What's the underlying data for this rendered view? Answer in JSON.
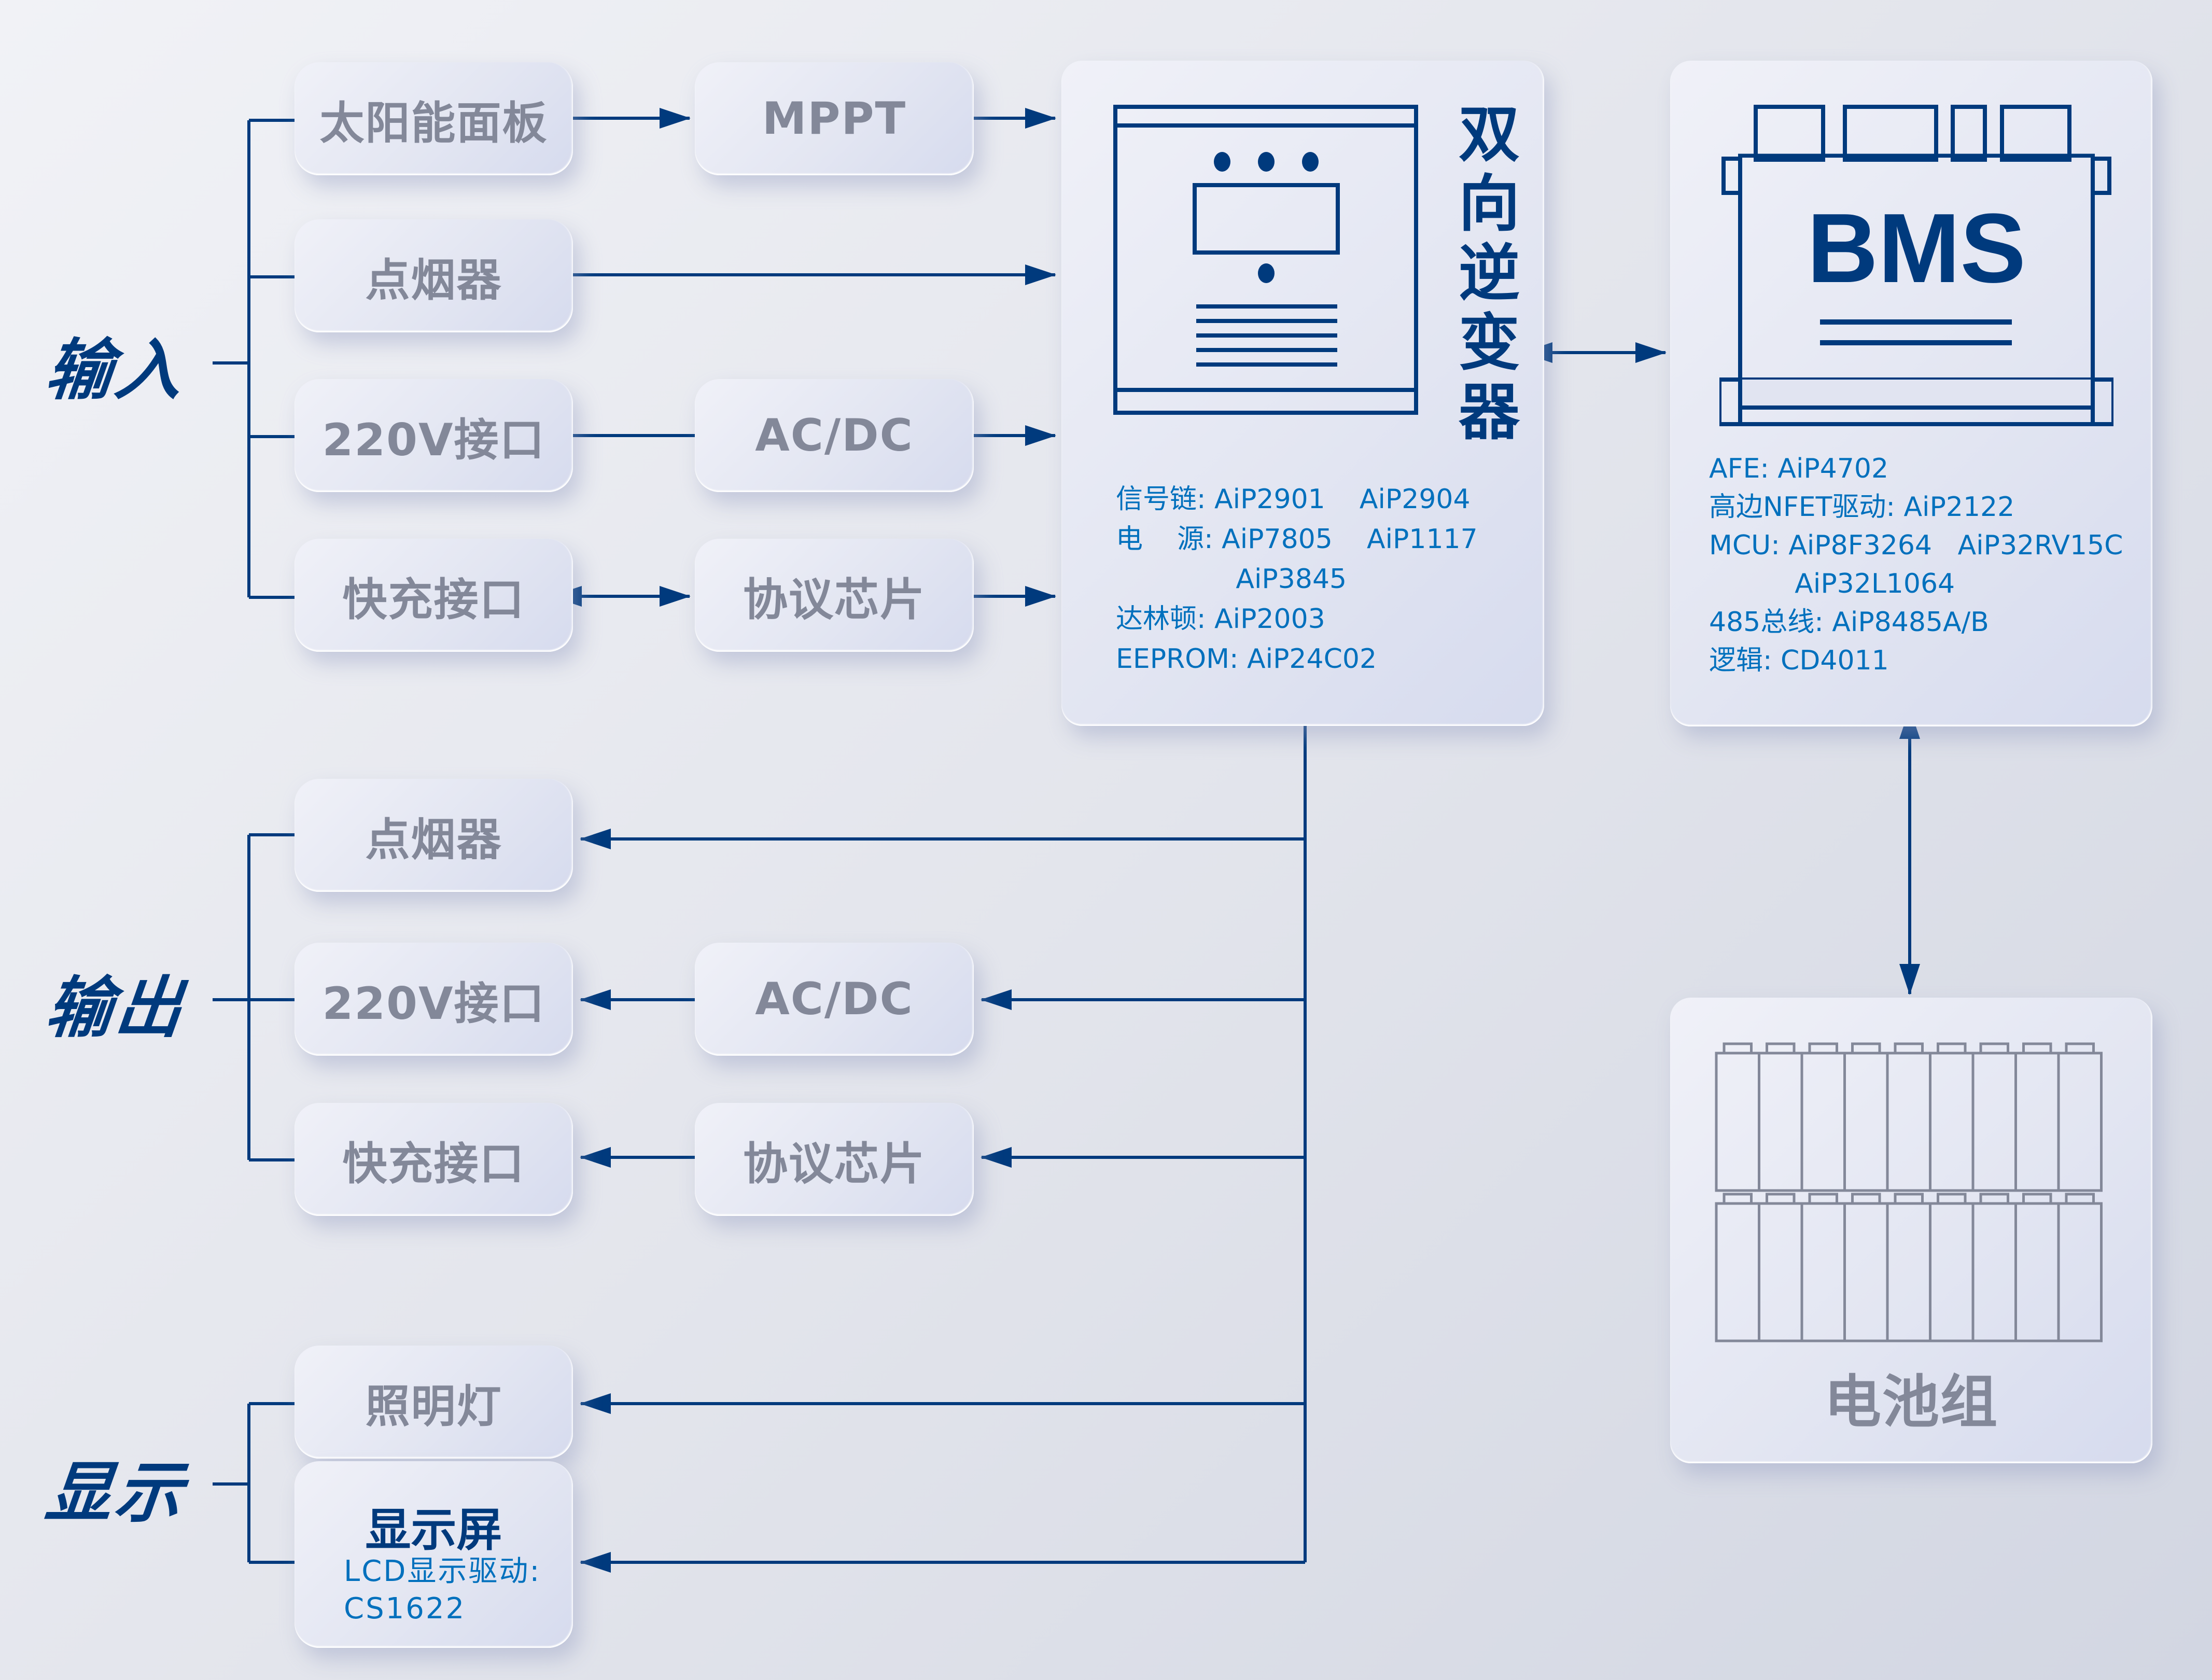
{
  "groups": {
    "input": "输入",
    "output": "输出",
    "display": "显示"
  },
  "input_rows": [
    {
      "source": "太阳能面板",
      "converter": "MPPT",
      "link": "to-converter"
    },
    {
      "source": "点烟器",
      "converter": null,
      "link": "direct"
    },
    {
      "source": "220V接口",
      "converter": "AC/DC",
      "link": "line"
    },
    {
      "source": "快充接口",
      "converter": "协议芯片",
      "link": "bidirectional"
    }
  ],
  "output_rows": [
    {
      "target": "点烟器",
      "converter": null
    },
    {
      "target": "220V接口",
      "converter": "AC/DC"
    },
    {
      "target": "快充接口",
      "converter": "协议芯片"
    }
  ],
  "display_rows": [
    {
      "target": "照明灯"
    },
    {
      "target": "显示屏",
      "subtitle_line1": "LCD显示驱动:",
      "subtitle_line2": "CS1622"
    }
  ],
  "inverter": {
    "title": "双向逆变器",
    "chips": [
      {
        "label": "信号链:",
        "values": [
          "AiP2901",
          "AiP2904"
        ]
      },
      {
        "label": "电　源:",
        "values": [
          "AiP7805",
          "AiP1117",
          "AiP3845"
        ]
      },
      {
        "label": "达林顿:",
        "values": [
          "AiP2003"
        ]
      },
      {
        "label": "EEPROM:",
        "values": [
          "AiP24C02"
        ]
      }
    ],
    "chip_text": "信号链: AiP2901    AiP2904\n电    源: AiP7805    AiP1117\n              AiP3845\n达林顿: AiP2003\nEEPROM: AiP24C02"
  },
  "bms": {
    "title": "BMS",
    "chips": [
      {
        "label": "AFE:",
        "values": [
          "AiP4702"
        ]
      },
      {
        "label": "高边NFET驱动:",
        "values": [
          "AiP2122"
        ]
      },
      {
        "label": "MCU:",
        "values": [
          "AiP8F3264",
          "AiP32RV15C",
          "AiP32L1064"
        ]
      },
      {
        "label": "485总线:",
        "values": [
          "AiP8485A/B"
        ]
      },
      {
        "label": "逻辑:",
        "values": [
          "CD4011"
        ]
      }
    ],
    "chip_text": "AFE: AiP4702\n高边NFET驱动: AiP2122\nMCU: AiP8F3264   AiP32RV15C\n          AiP32L1064\n485总线: AiP8485A/B\n逻辑: CD4011"
  },
  "battery": {
    "title": "电池组",
    "cells_per_row": 9,
    "rows": 2
  },
  "colors": {
    "accent": "#003a7d",
    "chip_text": "#0070bd",
    "box_label": "#838899",
    "battery_outline": "#838899"
  }
}
